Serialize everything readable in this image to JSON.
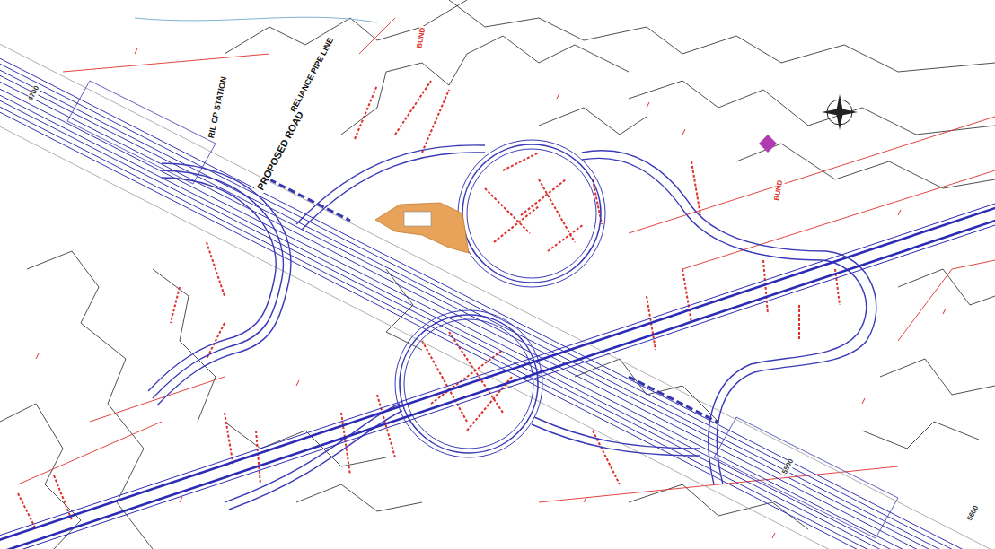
{
  "diagram": {
    "labels": [
      "RIL CP STATION",
      "PROPOSED ROAD",
      "RELIANCE PIPE LINE",
      "BUND",
      "BUND",
      "4700",
      "5500",
      "5600"
    ]
  }
}
